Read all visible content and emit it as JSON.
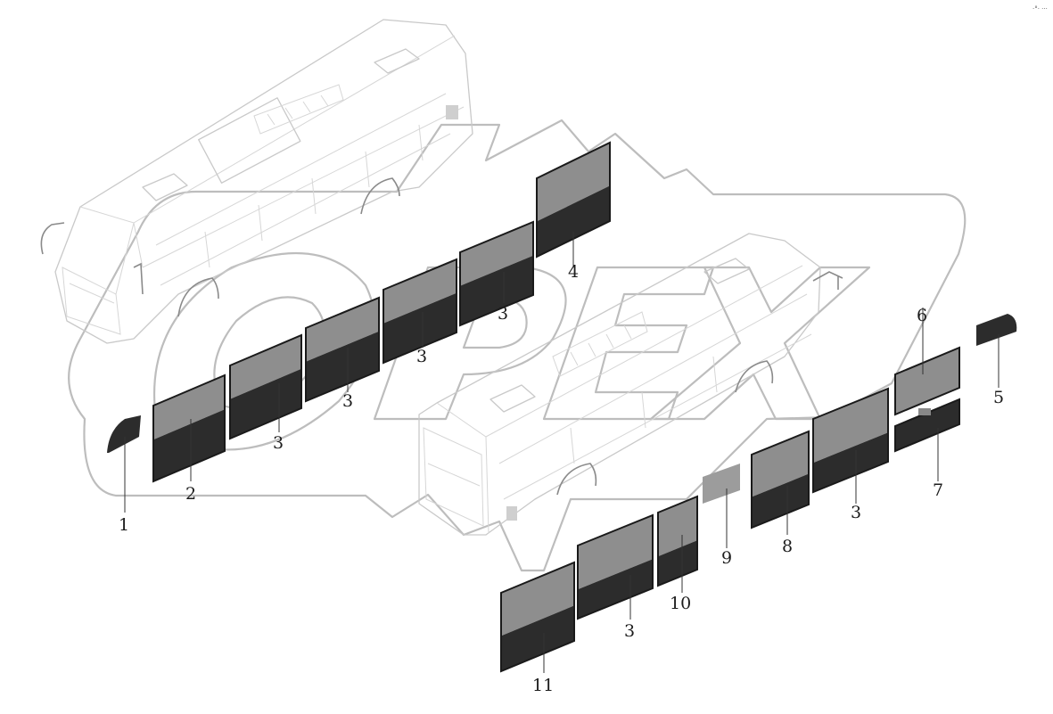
{
  "corner_text": "·°· ···",
  "watermark": "OPEX",
  "callouts": {
    "c1": "1",
    "c2": "2",
    "c3a": "3",
    "c3b": "3",
    "c3c": "3",
    "c3d": "3",
    "c4": "4",
    "c3e": "3",
    "c3f": "3",
    "c5": "5",
    "c6": "6",
    "c7": "7",
    "c8": "8",
    "c9": "9",
    "c10": "10",
    "c11": "11"
  },
  "colors": {
    "glass_upper": "#8e8e8e",
    "glass_lower": "#2c2c2c",
    "outline": "#c9c9c9"
  }
}
